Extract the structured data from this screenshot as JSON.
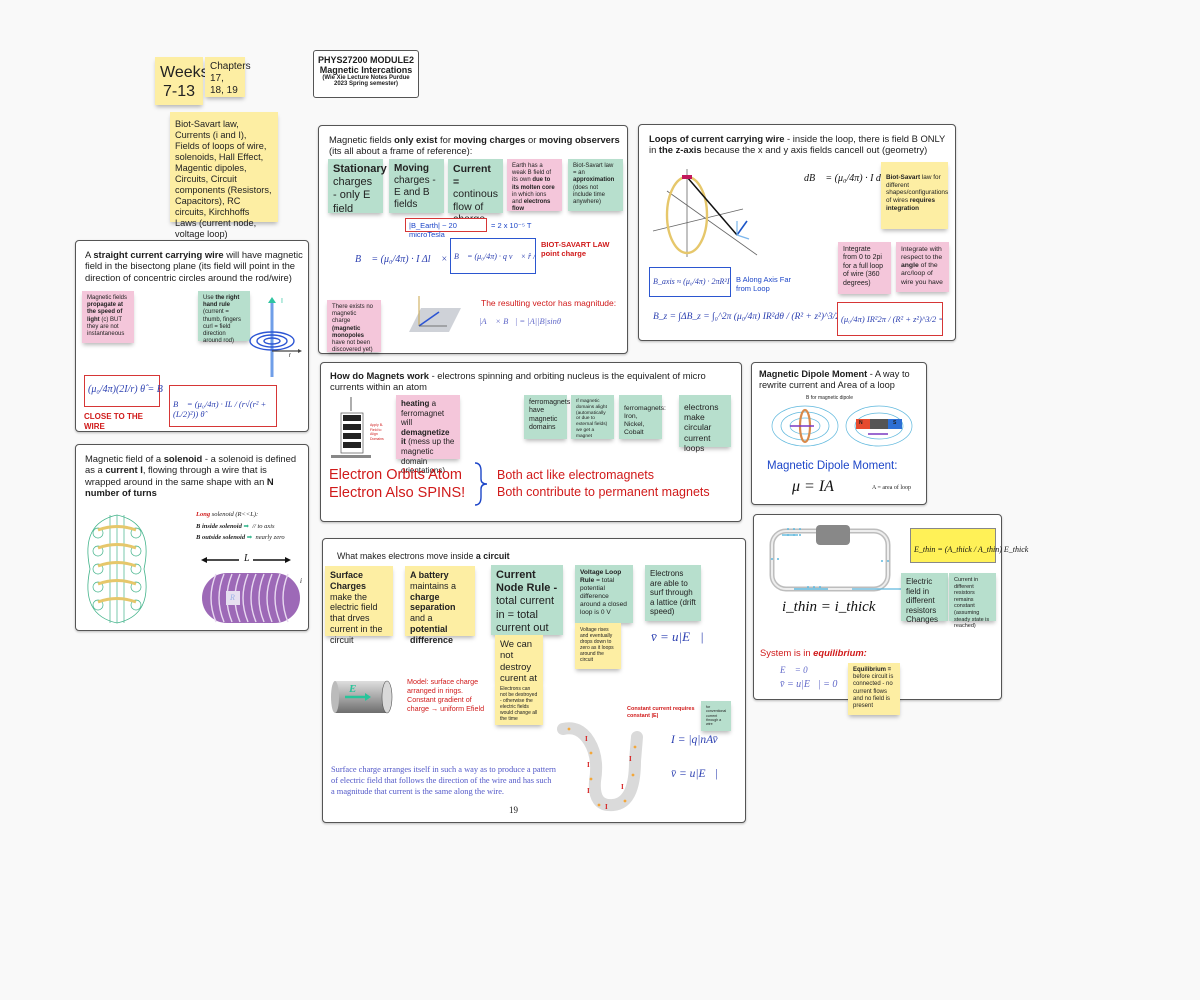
{
  "header": {
    "weeks": "Weeks 7-13",
    "chapters": "Chapters 17, 18, 19",
    "title_line1": "PHYS27200 MODULE2",
    "title_line2": "Magnetic Intercations",
    "title_line3": "(Wie Xie Lecture Notes Purdue 2023 Spring semester)",
    "topics": "Biot-Savart law, Currents (i and I), Fields of loops of wire, solenoids, Hall Effect, Magentic dipoles, Circuits, Circuit components (Resistors, Capacitors), RC circuits, Kirchhoffs Laws (current node, voltage loop)"
  },
  "straight_wire": {
    "intro_a": "A ",
    "intro_b": "straight current carrying wire",
    "intro_c": " will have magnetic field in the bisectong plane (its field will point in the direction of concentric circles around the rod/wire)",
    "note_pink_a": "Magnetic fields ",
    "note_pink_b": "propagate at the speed of light",
    "note_pink_c": " (c) BUT they are not instantaneous",
    "note_green_a": "Use ",
    "note_green_b": "the right hand rule",
    "note_green_c": " (current = thumb, fingers curl = field direction around rod)",
    "label_I": "I",
    "label_r": "r",
    "eq_close": "(μ₀/4π)(2I/r) θ̂ = B⃗",
    "eq_finite": "B⃗ = (μ₀/4π) · IL / (r√(r² + (L/2)²)) θ̂",
    "close_label": "CLOSE TO THE WIRE"
  },
  "solenoid": {
    "intro_a": "Magnetic field of a ",
    "intro_b": "solenoid",
    "intro_c": " - a solenoid is defined as a  ",
    "intro_d": "current I",
    "intro_e": ", flowing through a wire that is wrapped around in the same shape with an ",
    "intro_f": "N number of turns",
    "long_a": "Long",
    "long_b": " solenoid (R<<L):",
    "inside": "B inside solenoid",
    "inside_val": "// to axis",
    "outside": "B outside solenoid",
    "outside_val": "nearly zero",
    "L": "L",
    "R": "R",
    "i": "i"
  },
  "fields": {
    "intro_a": "Magnetic fields ",
    "intro_b": "only exist",
    "intro_c": " for ",
    "intro_d": "moving charges",
    "intro_e": " or ",
    "intro_f": "moving observers",
    "intro_g": " (its all about a frame of reference):",
    "stationary_b": "Stationary",
    "stationary_t": " charges - only E field",
    "moving_b": "Moving",
    "moving_t": " charges - E and B fields",
    "current_b": "Current =",
    "current_t": " continous flow of charge",
    "earth_a": "Earth has a weak B field of its own ",
    "earth_b": "due to its molten core",
    "earth_c": " in which ions and ",
    "earth_d": "electrons flow",
    "bs_a": "Biot-Savart law = an ",
    "bs_b": "approximation",
    "bs_c": " (does not include time anywhere)",
    "earth_field": "|B_Earth| ~ 20 microTesla",
    "earth_field_val": "= 2 x 10⁻⁵ T",
    "eq_biot": "B⃗ = (μ₀/4π) · I Δl⃗ × r̂ / |r|²",
    "eq_point": "B⃗ = (μ₀/4π) · q v⃗ × r̂ / |r|²",
    "bs_label": "BIOT-SAVART LAW point charge",
    "monopole_a": "There exists no magnetic charge ",
    "monopole_b": "(magnetic monopoles",
    "monopole_c": " have not been discovered yet)",
    "magnitude": "The resulting vector has magnitude:",
    "eq_cross": "|A⃗ × B⃗| = |A||B|sinθ"
  },
  "loops": {
    "intro_a": "Loops of current carrying wire",
    "intro_b": " - inside the loop, there is field B ONLY in ",
    "intro_c": "the z-axis",
    "intro_d": " because the x and y axis fields cancell out (geometry)",
    "eq_dB": "dB⃗ = (μ₀/4π) · I dl⃗ × r̂ / r²",
    "note_a": "Biot-Savart",
    "note_b": " law for different shapes/configurations of wires ",
    "note_c": "requires integration",
    "int1": "Integrate from 0 to 2pi for a full loop of wire (360 degrees)",
    "int2_a": "Integrate with respect to the ",
    "int2_b": "angle",
    "int2_c": " of the arc/loop of wire you have",
    "eq_axis": "B_axis ≈ (μ₀/4π) · 2πR²I / r³",
    "axis_label": "B Along Axis Far from Loop",
    "eq_bz": "B_z = ∫ΔB_z = ∫₀^2π (μ₀/4π) IR²dθ / (R² + z²)^3/2 =",
    "eq_bz_box": "(μ₀/4π) IR²2π / (R² + z²)^3/2 = B_z"
  },
  "magnets": {
    "intro_a": "How do Magnets work",
    "intro_b": " - electrons spinning and orbiting nucleus is the equivalent of micro currents within an atom",
    "apply_label": "Apply B-Field to Align Domains",
    "heat_a": "heating",
    "heat_b": " a ferromagnet will ",
    "heat_c": "demagnetize it",
    "heat_d": " (mess up the magnetic domain orientations)",
    "n1": "ferromagnets have magnetic domains",
    "n2": "If magnetic domains alight (automatically or due to external fields) we get a magnet",
    "n3": "ferromagnets: Iron, Nickel, Cobalt",
    "n4": "electrons make circular current loops",
    "orbit1": "Electron Orbits Atom",
    "orbit2": "Electron Also SPINS!",
    "both1": "Both act like electromagnets",
    "both2": "Both contribute to permanent magnets"
  },
  "dipole": {
    "intro_a": "Magnetic Dipole Moment",
    "intro_b": " - A way to rewrite current and Area of a loop",
    "fig_label": "B for magnetic dipole",
    "N": "N",
    "S": "S",
    "title": "Magnetic Dipole Moment:",
    "eq": "μ = IA",
    "area": "A = area of loop"
  },
  "resistors": {
    "eq_E": "E_thin = (A_thick / A_thin) E_thick",
    "note1": "Electric field in different resistors Changes",
    "note2": "Current in different resistors remains constant (assuming steady state is reached)",
    "eq_i": "i_thin = i_thick",
    "equil_a": "System is in ",
    "equil_b": "equilibrium:",
    "eq_E0": "E⃗ = 0",
    "eq_v0": "v̄ = u|E⃗| = 0",
    "equil_note_a": "Equilibrium =",
    "equil_note_b": " before circuit is connected - no current flows and no field is present"
  },
  "circuit": {
    "intro_a": "What makes electrons move inside ",
    "intro_b": "a circuit",
    "surface_b": "Surface Charges",
    "surface_t": " make the electric field that drves current in the circuit",
    "battery_a": "A battery",
    "battery_b": " maintains a ",
    "battery_c": "charge separation",
    "battery_d": " and a ",
    "battery_e": "potential difference",
    "node_b": "Current Node Rule -",
    "node_t": " total current in = total current out",
    "destroy": "We can not destroy curent at any point",
    "destroy_small": "Electrons can not be destroyed - otherwise the electric fields would change all the time",
    "voltage_b": "Voltage Loop Rule",
    "voltage_t": " = total potential difference around a closed loop is 0 V",
    "voltage_small": "Voltage rises and eventually drops down to zero as it loops around the circuit",
    "surf": "Electrons are able to surf through a lattice (drift speed)",
    "eq_v": "v̄ = u|E⃗|",
    "model": "Model: surface charge arranged in rings. Constant gradient of charge → uniform Efield",
    "E_label": "E",
    "constant": "Constant current requires constant |E|",
    "conv": "for conventional current through a wire",
    "eq_I": "I = |q|nAv̄",
    "eq_v2": "v̄ = u|E⃗|",
    "surface_para": "Surface charge arranges itself in such a way as to produce a pattern of electric field that follows the direction of the wire and has such a magnitude that current is the same along the wire.",
    "page": "19"
  }
}
